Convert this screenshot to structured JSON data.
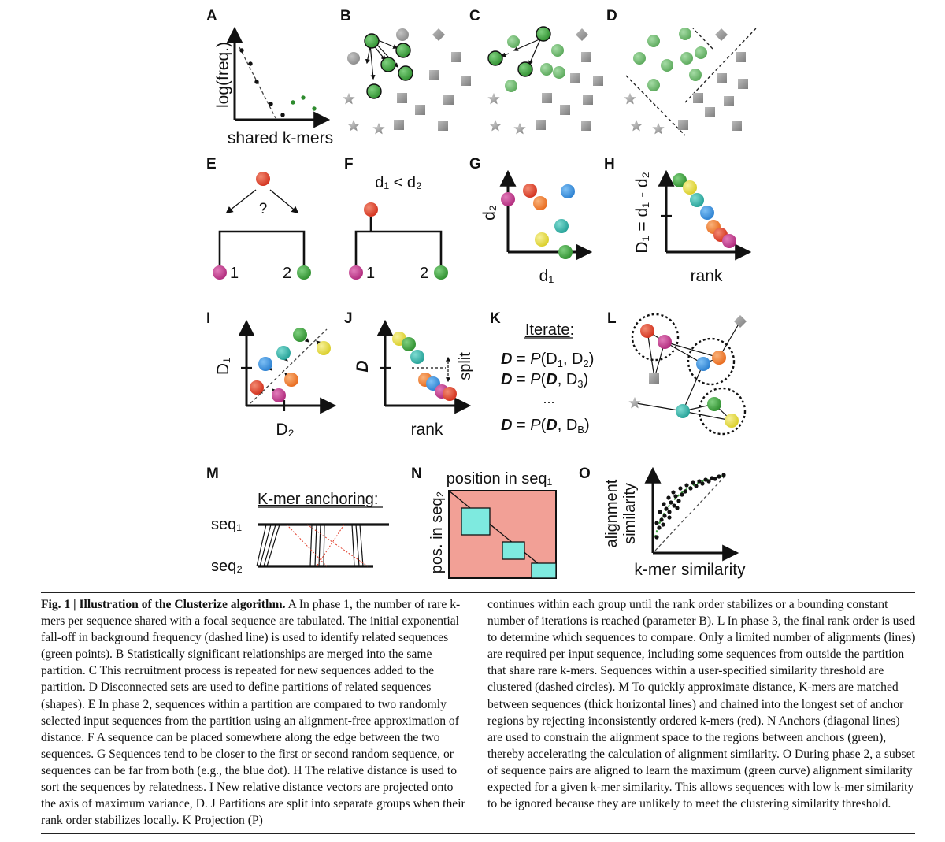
{
  "panels": {
    "A": {
      "label": "A",
      "ylabel": "log(freq.)",
      "xlabel": "shared k-mers"
    },
    "B": {
      "label": "B"
    },
    "C": {
      "label": "C"
    },
    "D": {
      "label": "D"
    },
    "E": {
      "label": "E",
      "question": "?",
      "leaf1": "1",
      "leaf2": "2"
    },
    "F": {
      "label": "F",
      "title": "d₁ < d₂",
      "leaf1": "1",
      "leaf2": "2"
    },
    "G": {
      "label": "G",
      "ylabel": "d₂",
      "xlabel": "d₁"
    },
    "H": {
      "label": "H",
      "ylabel": "D₁ = d₁ - d₂",
      "xlabel": "rank"
    },
    "I": {
      "label": "I",
      "ylabel": "D₁",
      "xlabel": "D₂"
    },
    "J": {
      "label": "J",
      "ylabel": "D",
      "xlabel": "rank",
      "split": "split"
    },
    "K": {
      "label": "K",
      "title": "Iterate",
      "colon": ":",
      "eq1": "D = P(D₁, D₂)",
      "eq2": "D = P(D,  D₃)",
      "dots": "...",
      "eq3": "D = P(D,  Dʙ)"
    },
    "L": {
      "label": "L"
    },
    "M": {
      "label": "M",
      "title": "K-mer anchoring",
      "colon": ":",
      "seq1": "seq₁",
      "seq2": "seq₂"
    },
    "N": {
      "label": "N",
      "xlabel": "position in seq₁",
      "ylabel": "pos. in seq₂"
    },
    "O": {
      "label": "O",
      "ylabel1": "alignment",
      "ylabel2": "similarity",
      "xlabel": "k-mer similarity"
    }
  },
  "colors": {
    "red": "#e03a26",
    "magenta": "#c2328a",
    "green": "#3aa03a",
    "blue": "#2f8ee0",
    "orange": "#f07c2a",
    "teal": "#2fb4a8",
    "yellow": "#e8de3a",
    "grey": "#9c9c9c",
    "lightgreen": "#6fba6f",
    "salmon": "#f2a096",
    "cyan": "#7eeadf"
  },
  "caption": {
    "fig_label": "Fig. 1 | Illustration of the Clusterize algorithm.",
    "left": "A In phase 1, the number of rare k-mers per sequence shared with a focal sequence are tabulated. The initial exponential fall-off in background frequency (dashed line) is used to identify related sequences (green points). B Statistically significant relationships are merged into the same partition. C This recruitment process is repeated for new sequences added to the partition. D Disconnected sets are used to define partitions of related sequences (shapes). E In phase 2, sequences within a partition are compared to two randomly selected input sequences from the partition using an alignment-free approximation of distance. F A sequence can be placed somewhere along the edge between the two sequences. G Sequences tend to be closer to the first or second random sequence, or sequences can be far from both (e.g., the blue dot). H The relative distance is used to sort the sequences by relatedness. I New relative distance vectors are projected onto the axis of maximum variance, D. J Partitions are split into separate groups when their rank order stabilizes locally. K Projection (P)",
    "right": "continues within each group until the rank order stabilizes or a bounding constant number of iterations is reached (parameter B). L In phase 3, the final rank order is used to determine which sequences to compare. Only a limited number of alignments (lines) are required per input sequence, including some sequences from outside the partition that share rare k-mers. Sequences within a user-specified similarity threshold are clustered (dashed circles). M To quickly approximate distance, K-mers are matched between sequences (thick horizontal lines) and chained into the longest set of anchor regions by rejecting inconsistently ordered k-mers (red). N Anchors (diagonal lines) are used to constrain the alignment space to the regions between anchors (green), thereby accelerating the calculation of alignment similarity. O During phase 2, a subset of sequence pairs are aligned to learn the maximum (green curve) alignment similarity expected for a given k-mer similarity. This allows sequences with low k-mer similarity to be ignored because they are unlikely to meet the clustering similarity threshold."
  }
}
